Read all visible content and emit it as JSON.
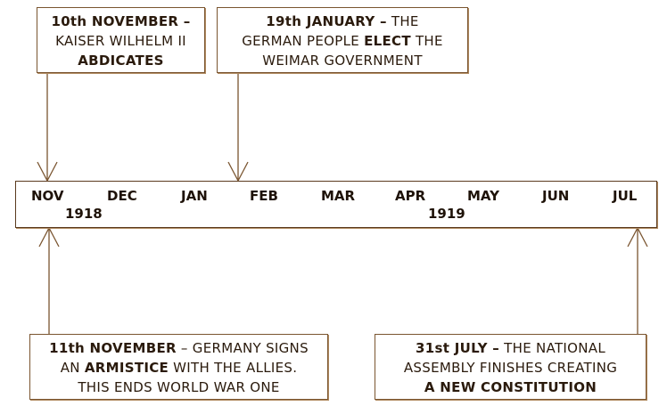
{
  "colors": {
    "border": "#7a5530",
    "text": "#2a1a0c",
    "line": "#a07850"
  },
  "events_top": [
    {
      "lines": [
        [
          {
            "t": "10th NOVEMBER –",
            "b": true
          }
        ],
        [
          {
            "t": "KAISER WILHELM II",
            "b": false
          }
        ],
        [
          {
            "t": "ABDICATES",
            "b": true
          }
        ]
      ]
    },
    {
      "lines": [
        [
          {
            "t": "19th JANUARY –",
            "b": true
          },
          {
            "t": " THE",
            "b": false
          }
        ],
        [
          {
            "t": "GERMAN PEOPLE ",
            "b": false
          },
          {
            "t": "ELECT",
            "b": true
          },
          {
            "t": " THE",
            "b": false
          }
        ],
        [
          {
            "t": "WEIMAR GOVERNMENT",
            "b": false
          }
        ]
      ]
    }
  ],
  "events_bottom": [
    {
      "lines": [
        [
          {
            "t": "11th NOVEMBER",
            "b": true
          },
          {
            "t": " – GERMANY SIGNS",
            "b": false
          }
        ],
        [
          {
            "t": "AN ",
            "b": false
          },
          {
            "t": "ARMISTICE",
            "b": true
          },
          {
            "t": " WITH THE ALLIES.",
            "b": false
          }
        ],
        [
          {
            "t": "THIS ENDS WORLD WAR ONE",
            "b": false
          }
        ]
      ]
    },
    {
      "lines": [
        [
          {
            "t": "31st JULY –",
            "b": true
          },
          {
            "t": " THE NATIONAL",
            "b": false
          }
        ],
        [
          {
            "t": "ASSEMBLY FINISHES CREATING",
            "b": false
          }
        ],
        [
          {
            "t": "A NEW CONSTITUTION",
            "b": true
          }
        ]
      ]
    }
  ],
  "timeline": {
    "months": [
      "NOV",
      "DEC",
      "JAN",
      "FEB",
      "MAR",
      "APR",
      "MAY",
      "JUN",
      "JUL"
    ],
    "years": [
      "1918",
      "1919"
    ]
  }
}
